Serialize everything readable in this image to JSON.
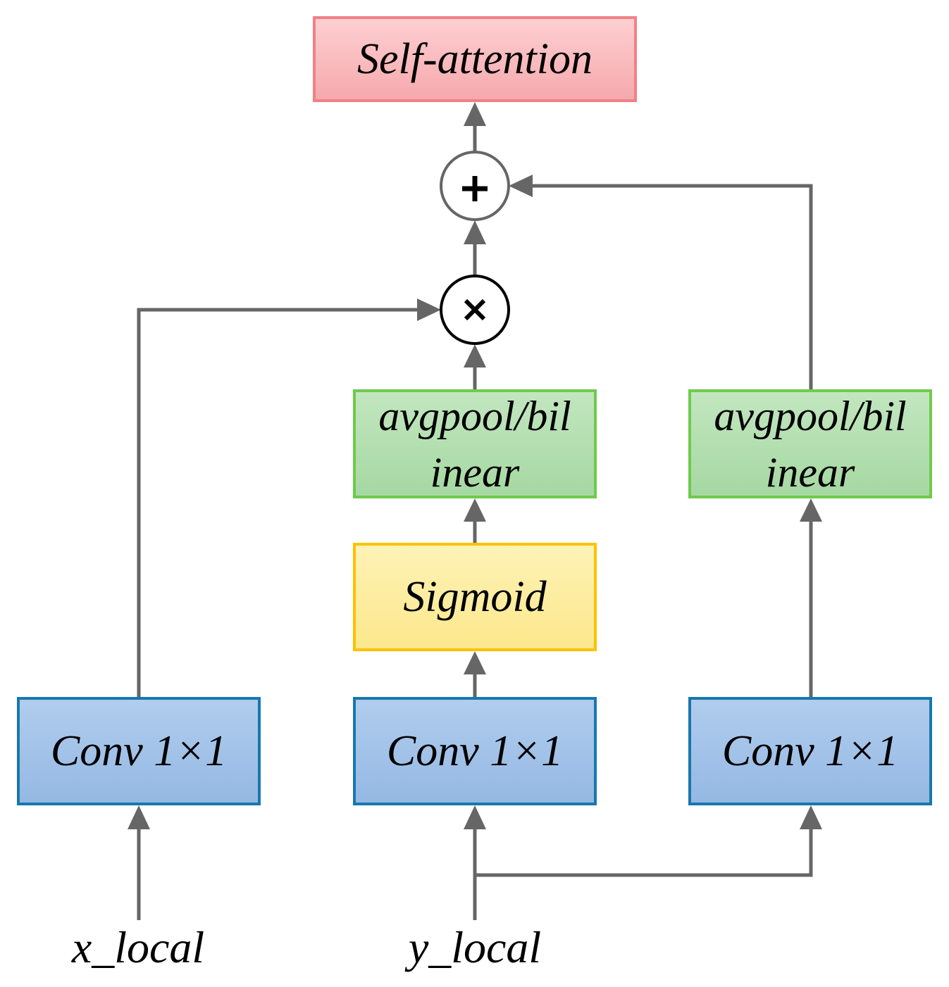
{
  "nodes": {
    "self_attention": "Self-attention",
    "avgpool_mid": [
      "avgpool/bil",
      "inear"
    ],
    "avgpool_right": [
      "avgpool/bil",
      "inear"
    ],
    "sigmoid": "Sigmoid",
    "conv_left": "Conv 1×1",
    "conv_mid": "Conv 1×1",
    "conv_right": "Conv 1×1"
  },
  "operators": {
    "add": "add-operator",
    "multiply": "multiply-operator"
  },
  "inputs": {
    "x": "x_local",
    "y": "y_local"
  },
  "colors": {
    "wire": "#666666",
    "attention_fill": "#f9bcc0",
    "attention_border": "#f08186",
    "pool_fill": "#b4deb0",
    "pool_border": "#6fca4c",
    "sigmoid_fill": "#fdeda0",
    "sigmoid_border": "#fbc200",
    "conv_fill": "#a3c3e9",
    "conv_border": "#1878ad"
  }
}
